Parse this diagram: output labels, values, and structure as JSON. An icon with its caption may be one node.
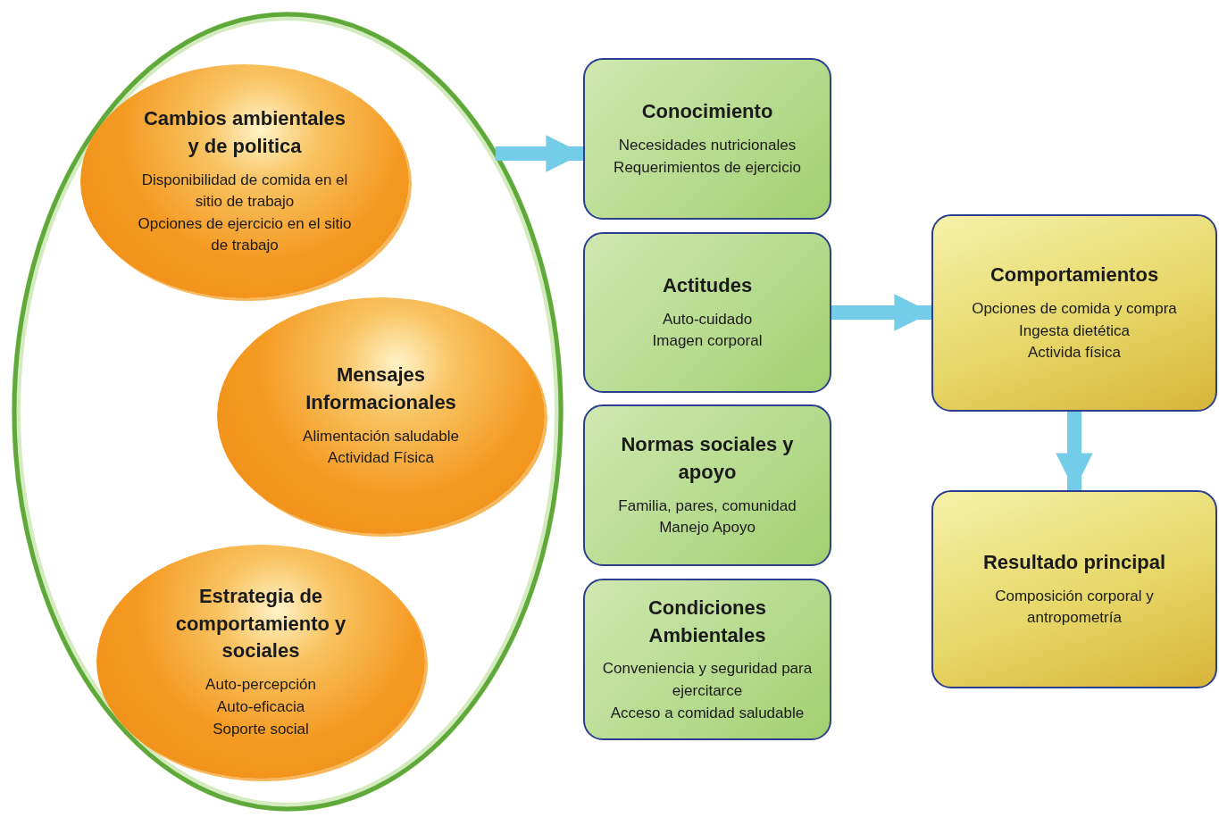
{
  "diagram": {
    "nodes": [
      {
        "text": [],
        "shape": "ellipse"
      },
      {
        "text": [
          "Cambios ambientales y de politica",
          "Disponibilidad de comida en el sitio de trabajo",
          "Opciones  de ejercicio en el sitio de trabajo"
        ],
        "in": 0
      },
      {
        "text": [
          "Mensajes Informacionales",
          "Alimentación saludable",
          "Actividad Física"
        ],
        "in": 0
      },
      {
        "text": [
          "Estrategia de comportamiento y sociales",
          "Auto-percepción",
          "Auto-eficacia",
          "Soporte social"
        ],
        "in": 0
      },
      {
        "text": [
          "Conocimiento",
          "Necesidades nutricionales",
          "Requerimientos de ejercicio"
        ]
      },
      {
        "text": [
          "Actitudes",
          "Auto-cuidado",
          "Imagen corporal"
        ]
      },
      {
        "text": [
          "Normas sociales y apoyo",
          "Familia, pares, comunidad",
          "Manejo Apoyo"
        ]
      },
      {
        "text": [
          "Condiciones Ambientales",
          "Conveniencia y seguridad para ejercitarce",
          "Acceso a comidad saludable"
        ]
      },
      {
        "text": [
          "Comportamientos",
          "Opciones de comida y compra",
          "Ingesta dietética",
          "Activida física"
        ]
      },
      {
        "text": [
          "Resultado principal",
          "Composición corporal y antropometría"
        ]
      }
    ],
    "edges": [
      {
        "from": 0,
        "to": 4,
        "arrow": "to"
      },
      {
        "from": 5,
        "to": 8,
        "arrow": "to"
      },
      {
        "from": 8,
        "to": 9,
        "arrow": "to"
      }
    ]
  }
}
